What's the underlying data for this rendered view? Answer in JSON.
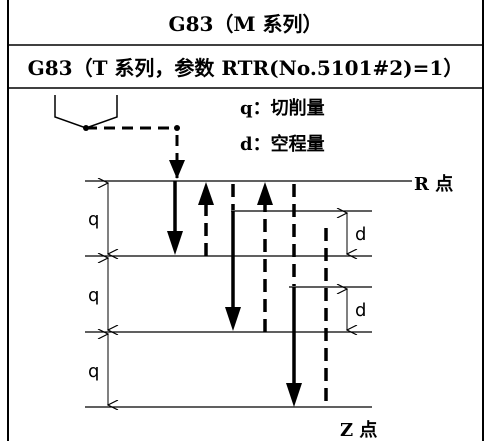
{
  "header": {
    "title_m": "G83（M 系列）",
    "title_t": "G83（T 系列，参数 RTR(No.5101#2)=1）"
  },
  "legend": {
    "q_text": "q：切削量",
    "d_text": "d：空程量"
  },
  "points": {
    "r_point": "R 点",
    "z_point": "Z 点"
  },
  "dimensions": {
    "q1": "q",
    "q2": "q",
    "q3": "q",
    "d1": "d",
    "d2": "d"
  }
}
